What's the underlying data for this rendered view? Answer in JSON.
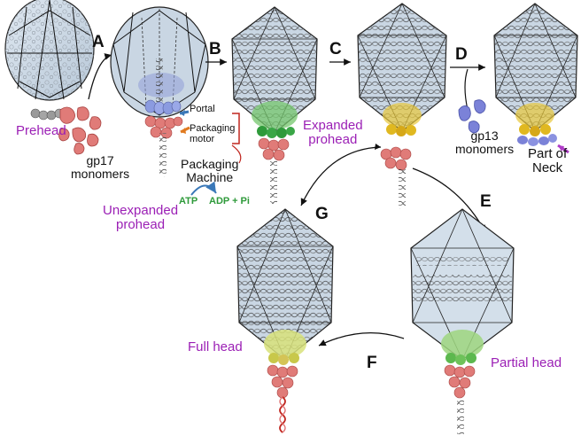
{
  "steps": [
    "A",
    "B",
    "C",
    "D",
    "E",
    "F",
    "G"
  ],
  "labels": {
    "prehead": "Prehead",
    "gp17_monomers": [
      "gp17",
      "monomers"
    ],
    "portal": "Portal",
    "packaging_motor": [
      "Packaging",
      "motor"
    ],
    "packaging_machine": [
      "Packaging",
      "Machine"
    ],
    "atp": "ATP",
    "adp_pi": "ADP + Pi",
    "unexpanded_prohead": [
      "Unexpanded",
      "prohead"
    ],
    "expanded_prohead": [
      "Expanded",
      "prohead"
    ],
    "gp13_monomers": [
      "gp13",
      "monomers"
    ],
    "part_of_neck": [
      "Part of",
      "Neck"
    ],
    "full_head": "Full head",
    "partial_head": "Partial head"
  },
  "colors": {
    "label_purple": "#9b1fb5",
    "atp_green": "#2e9a3a",
    "portal_arrow": "#3a78b8",
    "motor_arrow": "#e07a20",
    "machine_bracket": "#c0261f",
    "neck_arrow": "#b03cc8",
    "gp17_red": "#e07b78",
    "gp13_blue": "#7b82d8",
    "portal_green": "#74c66c",
    "portal_yellow": "#e8c83a"
  }
}
